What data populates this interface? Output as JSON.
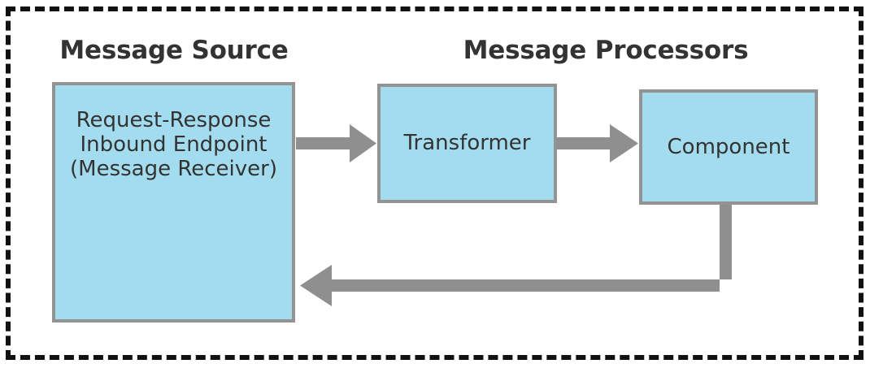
{
  "diagram": {
    "title_groups": {
      "message_source": "Message Source",
      "message_processors": "Message Processors"
    },
    "outer_container": {
      "style": "dashed",
      "color": "#111111"
    },
    "colors": {
      "node_fill": "#a3dcee",
      "node_border": "#939393",
      "arrow": "#8f8f8f",
      "text": "#333333",
      "dashed_border": "#111111",
      "background": "#ffffff"
    },
    "nodes": [
      {
        "id": "inbound-endpoint",
        "label": "Request-Response\nInbound Endpoint\n(Message Receiver)",
        "line1": "Request-Response",
        "line2": "Inbound Endpoint",
        "line3": "(Message Receiver)",
        "group": "Message Source"
      },
      {
        "id": "transformer",
        "label": "Transformer",
        "group": "Message Processors"
      },
      {
        "id": "component",
        "label": "Component",
        "group": "Message Processors"
      }
    ],
    "edges": [
      {
        "id": "endpoint-to-transformer",
        "from": "inbound-endpoint",
        "to": "transformer",
        "direction": "right",
        "label": ""
      },
      {
        "id": "transformer-to-component",
        "from": "transformer",
        "to": "component",
        "direction": "right",
        "label": ""
      },
      {
        "id": "component-to-endpoint",
        "from": "component",
        "to": "inbound-endpoint",
        "direction": "left-return",
        "label": ""
      }
    ]
  }
}
